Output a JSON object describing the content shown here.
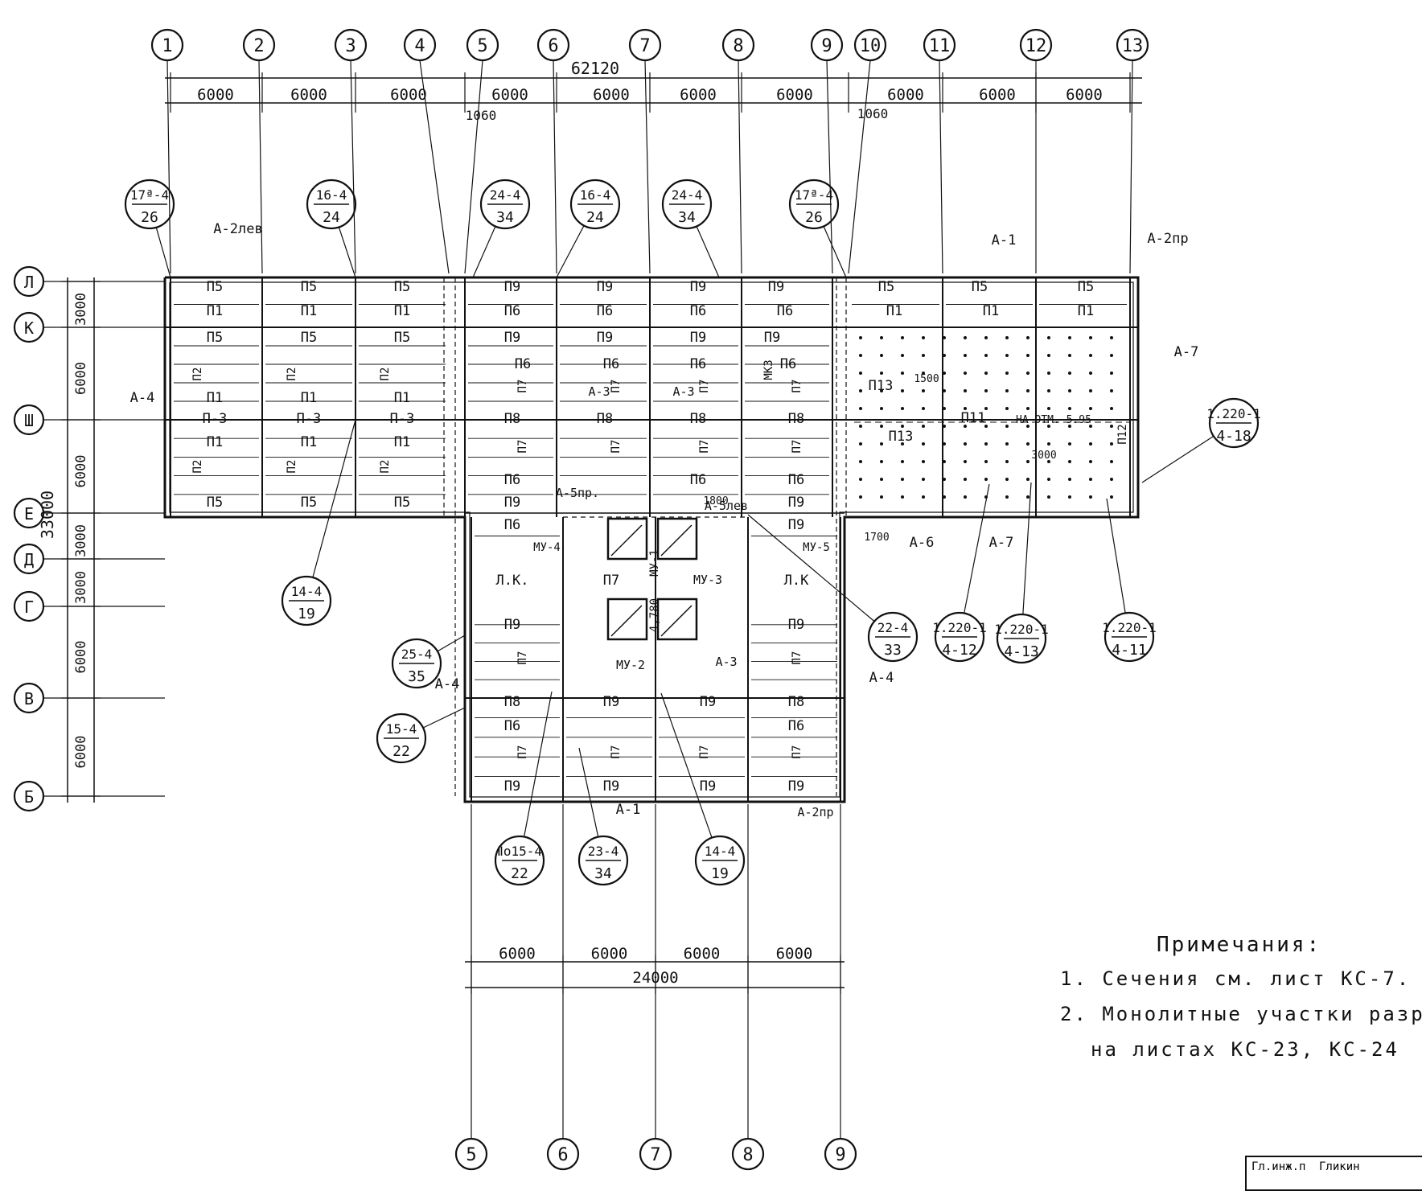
{
  "axes_top": [
    "1",
    "2",
    "3",
    "4",
    "5",
    "6",
    "7",
    "8",
    "9",
    "10",
    "11",
    "12",
    "13"
  ],
  "axes_bottom": [
    "5",
    "6",
    "7",
    "8",
    "9"
  ],
  "axes_left": [
    "Л",
    "К",
    "Ш",
    "Е",
    "Д",
    "Г",
    "В",
    "Б"
  ],
  "dim_overall_top": "62120",
  "dims_top": [
    "6000",
    "6000",
    "6000",
    "6000",
    "6000",
    "6000",
    "6000",
    "6000",
    "6000",
    "6000"
  ],
  "dims_offset": [
    "1060",
    "1060"
  ],
  "dim_overall_left": "33000",
  "dims_left": [
    "3000",
    "6000",
    "6000",
    "3000",
    "3000",
    "6000",
    "6000"
  ],
  "dims_bottom": [
    "6000",
    "6000",
    "6000",
    "6000"
  ],
  "dim_overall_bottom": "24000",
  "refs": [
    {
      "top": "17ª-4",
      "bottom": "26"
    },
    {
      "top": "16-4",
      "bottom": "24"
    },
    {
      "top": "24-4",
      "bottom": "34"
    },
    {
      "top": "16-4",
      "bottom": "24"
    },
    {
      "top": "24-4",
      "bottom": "34"
    },
    {
      "top": "17ª-4",
      "bottom": "26"
    },
    {
      "top": "14-4",
      "bottom": "19"
    },
    {
      "top": "25-4",
      "bottom": "35"
    },
    {
      "top": "15-4",
      "bottom": "22"
    },
    {
      "top": "Ⅱо15-4",
      "bottom": "22"
    },
    {
      "top": "23-4",
      "bottom": "34"
    },
    {
      "top": "14-4",
      "bottom": "19"
    },
    {
      "top": "22-4",
      "bottom": "33"
    },
    {
      "top": "1.220-1",
      "bottom": "4-12"
    },
    {
      "top": "1.220-1",
      "bottom": "4-13"
    },
    {
      "top": "1.220-1",
      "bottom": "4-11"
    },
    {
      "top": "1.220-1",
      "bottom": "4-18"
    }
  ],
  "labels": [
    "А-2лев",
    "А-2пр",
    "А-1",
    "А-4",
    "А-7",
    "А-5пр.",
    "А-5лев",
    "А-3",
    "А-6",
    "МУ-1",
    "МУ-2",
    "МУ-3",
    "МУ-4",
    "МУ-5",
    "Л.К.",
    "Л.К",
    "П5",
    "П1",
    "П2",
    "П3",
    "П6",
    "П7",
    "П8",
    "П9",
    "П11",
    "П12",
    "П13",
    "МКЗ",
    "НА ОТМ.-5.95",
    "1500",
    "1800",
    "3000",
    "1700"
  ],
  "notes": {
    "title": "Примечания:",
    "items": [
      "1. Сечения см. лист КС-7.",
      "2. Монолитные участки разр",
      "на листах КС-23, КС-24"
    ]
  },
  "stamp": {
    "role": "Гл.инж.п",
    "name": "Гликин"
  }
}
